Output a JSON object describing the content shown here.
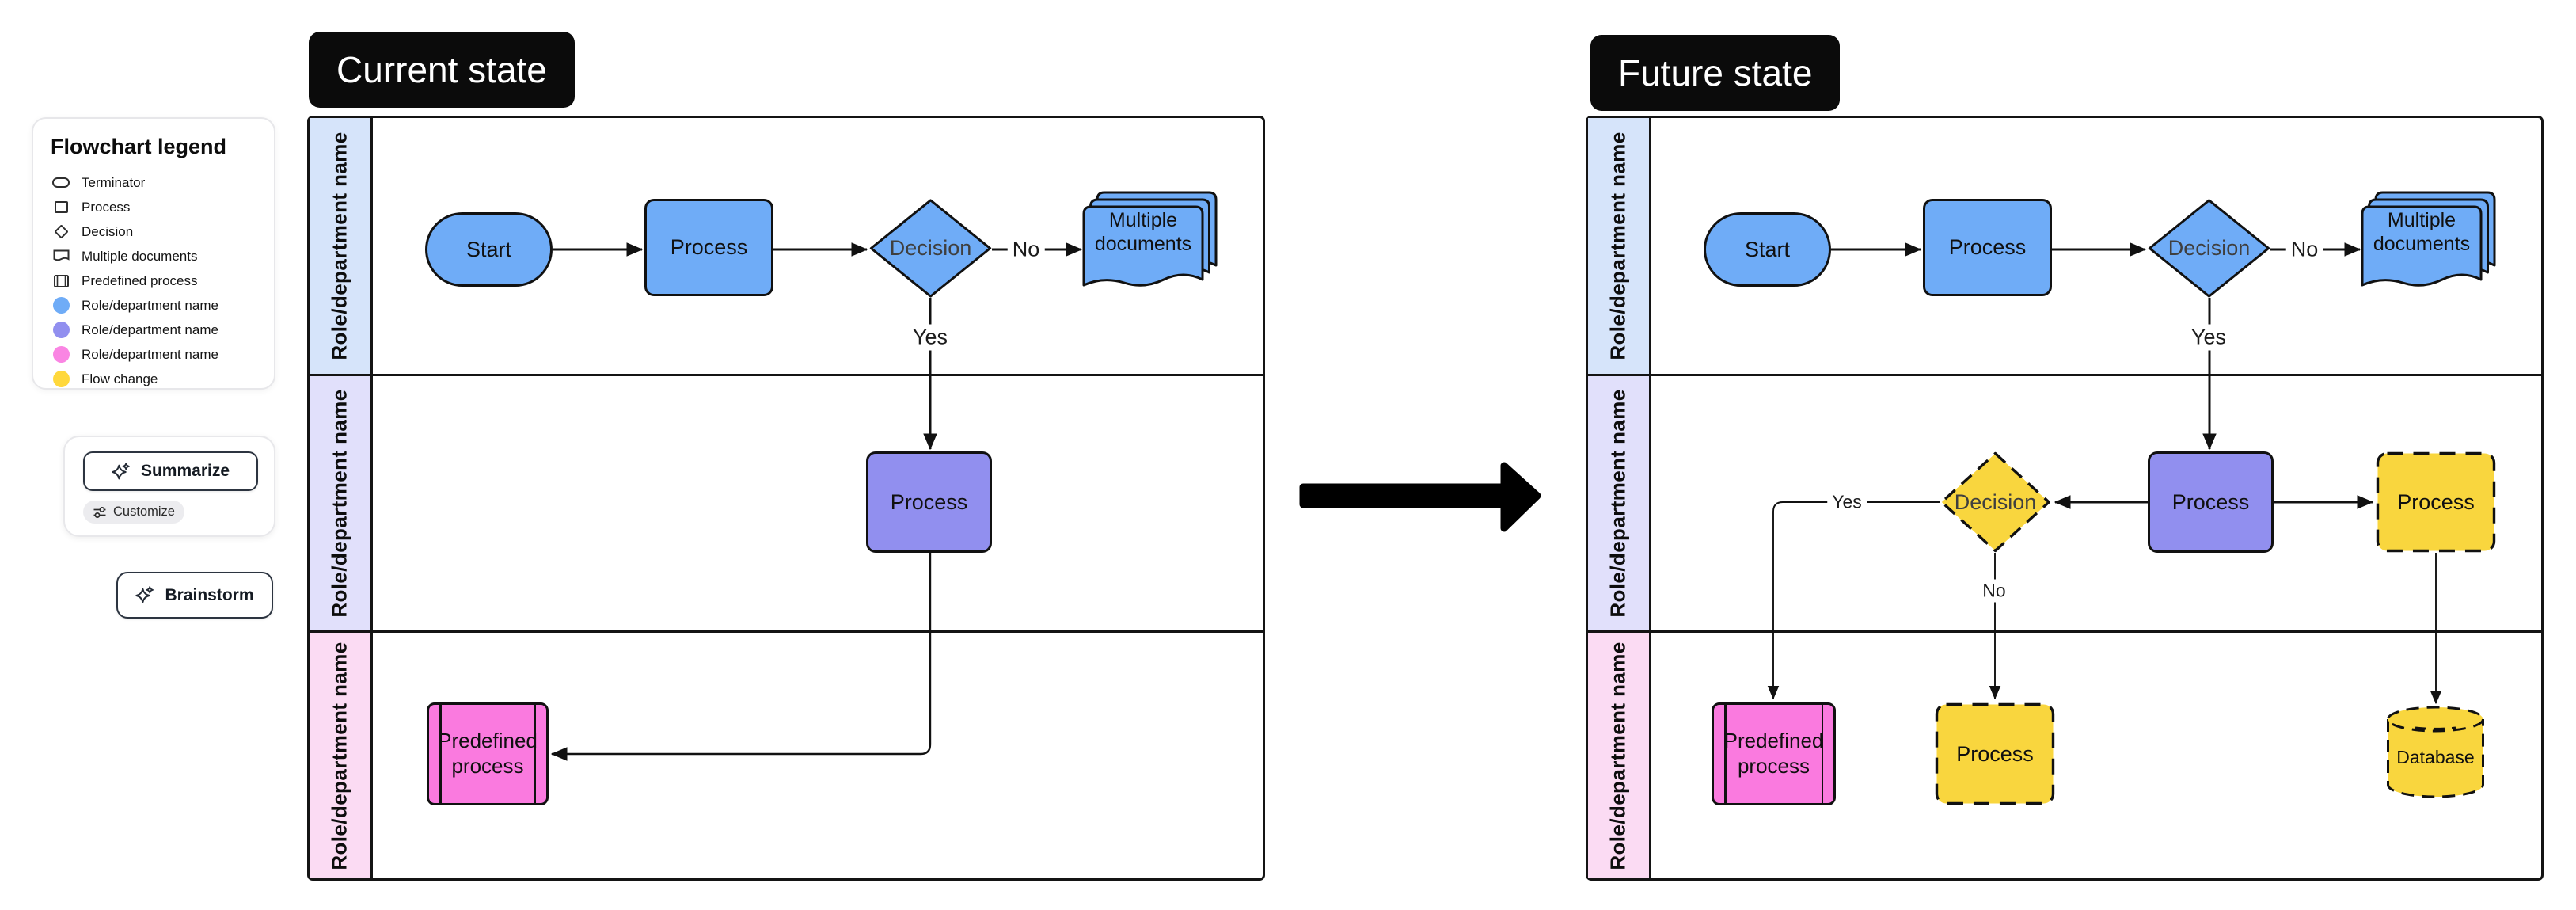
{
  "legend": {
    "title": "Flowchart legend",
    "items": [
      {
        "label": "Terminator"
      },
      {
        "label": "Process"
      },
      {
        "label": "Decision"
      },
      {
        "label": "Multiple documents"
      },
      {
        "label": "Predefined process"
      },
      {
        "label": "Role/department name"
      },
      {
        "label": "Role/department name"
      },
      {
        "label": "Role/department name"
      },
      {
        "label": "Flow change"
      }
    ]
  },
  "ai": {
    "summarize": "Summarize",
    "customize": "Customize",
    "brainstorm": "Brainstorm"
  },
  "current": {
    "title": "Current state",
    "lane1": "Role/department name",
    "lane2": "Role/department name",
    "lane3": "Role/department name",
    "nodes": {
      "start": "Start",
      "process1": "Process",
      "decision1": "Decision",
      "docs": "Multiple documents",
      "process2": "Process",
      "predefined": "Predefined process"
    },
    "labels": {
      "no1": "No",
      "yes1": "Yes"
    }
  },
  "future": {
    "title": "Future state",
    "lane1": "Role/department name",
    "lane2": "Role/department name",
    "lane3": "Role/department name",
    "nodes": {
      "start": "Start",
      "process1": "Process",
      "decision1": "Decision",
      "docs": "Multiple documents",
      "decision2": "Decision",
      "process2": "Process",
      "process3": "Process",
      "predefined": "Predefined process",
      "process4": "Process",
      "database": "Database"
    },
    "labels": {
      "no1": "No",
      "yes1": "Yes",
      "yes2": "Yes",
      "no2": "No"
    }
  },
  "colors": {
    "shape_blue": "#6FACF7",
    "shape_purple": "#918FEF",
    "shape_pink": "#FA7ADF",
    "shape_yellow": "#F9D63E",
    "lane_blue": "#D6E4FA",
    "lane_purple": "#E1E0FB",
    "lane_pink": "#FBDBF3",
    "title_badge": "#0B0B0B"
  }
}
